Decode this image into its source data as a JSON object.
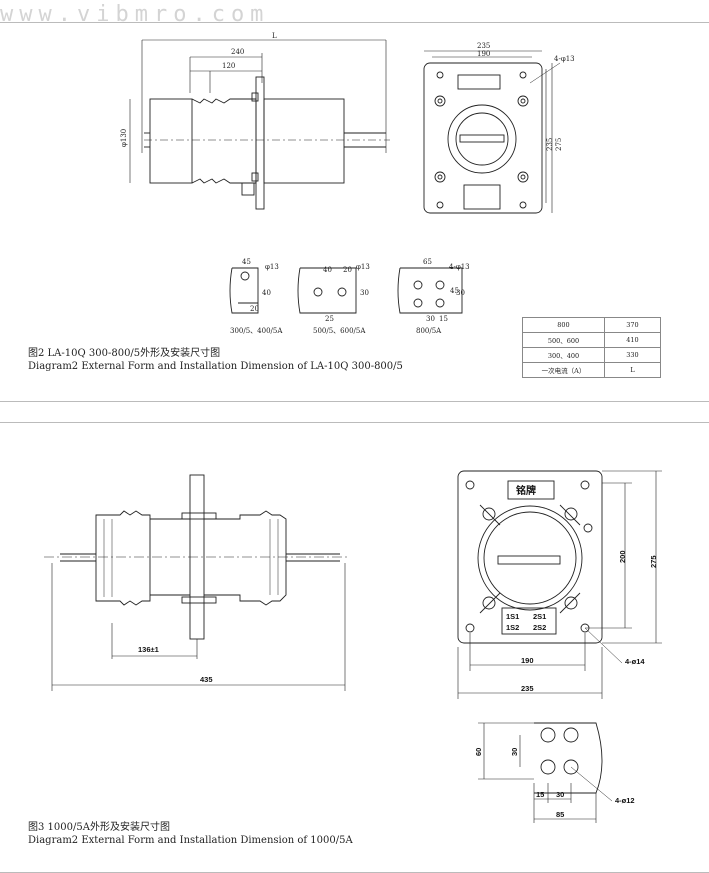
{
  "watermark": "www.vibmro.com",
  "fig2": {
    "caption_cn": "图2 LA-10Q 300-800/5外形及安装尺寸图",
    "caption_en": "Diagram2 External Form and Installation Dimension of LA-10Q 300-800/5",
    "dims_side": {
      "L": "L",
      "d240": "240",
      "d120": "120",
      "phi130": "φ130"
    },
    "dims_front": {
      "d235": "235",
      "d190": "190",
      "holes": "4-φ13",
      "v235": "235",
      "v275": "275"
    },
    "mount1": {
      "d45": "45",
      "phi": "φ13",
      "d40": "40",
      "d20": "20",
      "label": "300/5、400/5A"
    },
    "mount2": {
      "d40": "40",
      "d20": "20",
      "phi": "φ13",
      "d30": "30",
      "d25": "25",
      "label": "500/5、600/5A"
    },
    "mount3": {
      "d65": "65",
      "holes": "4-φ13",
      "d45": "45",
      "d30": "30",
      "d30b": "30",
      "d15": "15",
      "label": "800/5A"
    },
    "table": {
      "rows": [
        [
          "800",
          "370"
        ],
        [
          "500、600",
          "410"
        ],
        [
          "300、400",
          "330"
        ],
        [
          "一次电流（A）",
          "L"
        ]
      ]
    }
  },
  "fig3": {
    "caption_cn": "图3 1000/5A外形及安装尺寸图",
    "caption_en": "Diagram2 External Form and Installation Dimension of 1000/5A",
    "dims_side": {
      "d136": "136±1",
      "d435": "435"
    },
    "dims_front": {
      "nameplate": "铭牌",
      "d200": "200",
      "d275": "275",
      "d190": "190",
      "d235": "235",
      "holes": "4-ø14",
      "t1": "1S1",
      "t2": "2S1",
      "t3": "1S2",
      "t4": "2S2"
    },
    "dims_mount": {
      "d60": "60",
      "d30v": "30",
      "d15": "15",
      "d30": "30",
      "d85": "85",
      "holes": "4-ø12"
    }
  }
}
